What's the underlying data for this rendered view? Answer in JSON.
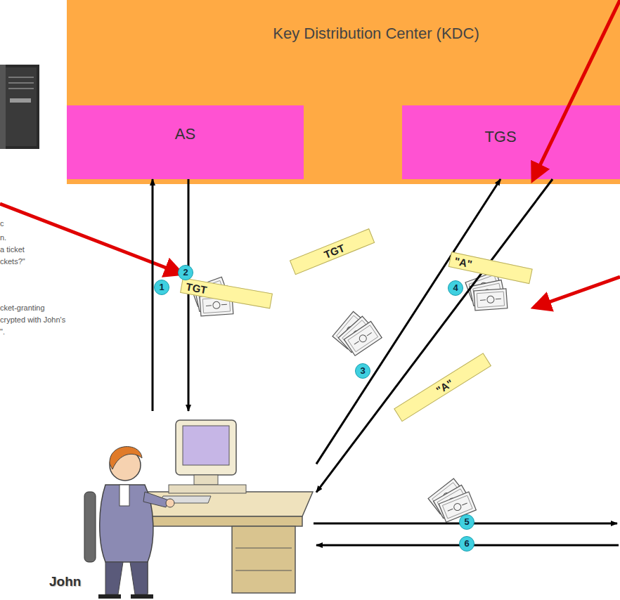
{
  "diagram": {
    "nodes": [
      {
        "text": [
          "Key Distribution Center (KDC)"
        ]
      },
      {
        "text": [
          "AS"
        ],
        "in": 0
      },
      {
        "text": [
          "TGS"
        ],
        "in": 0
      },
      {
        "text": [
          "John"
        ]
      }
    ],
    "edges": [
      {
        "from": 3,
        "to": 1,
        "arrow": "to"
      },
      {
        "from": 1,
        "to": 3,
        "arrow": "to"
      },
      {
        "from": 3,
        "to": 2,
        "arrow": "to"
      },
      {
        "from": 2,
        "to": 3,
        "arrow": "to"
      }
    ],
    "labels": [
      "c",
      "n.",
      "a ticket",
      "ckets?\"",
      "cket-granting",
      "crypted with John's",
      "\".",
      "TGT",
      "TGT",
      "\"A\"",
      "\"A\"",
      "1",
      "2",
      "3",
      "4",
      "5",
      "6"
    ]
  }
}
